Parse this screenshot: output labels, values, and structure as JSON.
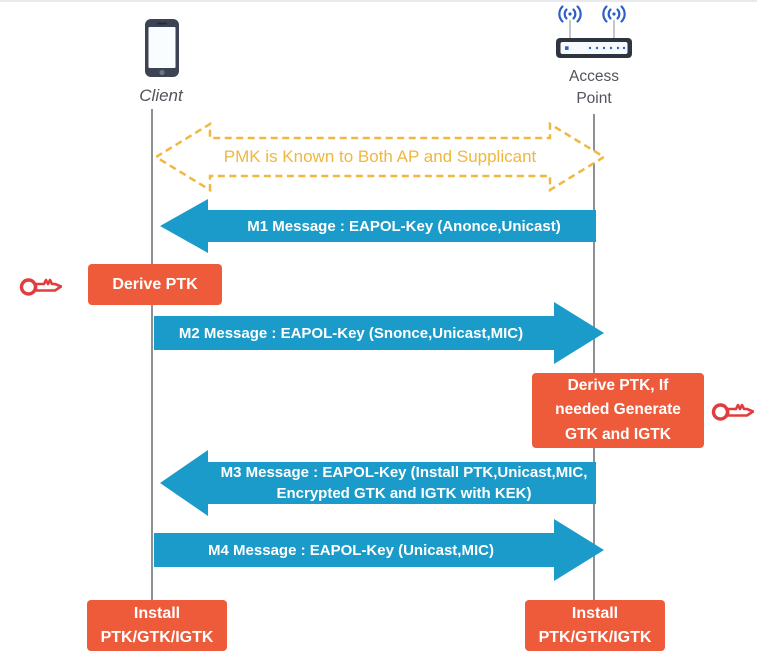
{
  "diagram_type": "wpa-4-way-handshake-sequence",
  "actors": {
    "client": {
      "label": "Client",
      "icon": "smartphone-icon"
    },
    "access_point": {
      "label": "Access Point",
      "icon": "wireless-router-icon"
    }
  },
  "pmk_banner": {
    "label": "PMK is Known to Both AP and Supplicant",
    "style": "dashed-double-arrow",
    "color": "#efb73e"
  },
  "messages": [
    {
      "id": "M1",
      "from": "access_point",
      "to": "client",
      "direction": "left",
      "label": "M1 Message : EAPOL-Key (Anonce,Unicast)"
    },
    {
      "id": "M2",
      "from": "client",
      "to": "access_point",
      "direction": "right",
      "label": "M2 Message : EAPOL-Key (Snonce,Unicast,MIC)"
    },
    {
      "id": "M3",
      "from": "access_point",
      "to": "client",
      "direction": "left",
      "label_line1": "M3 Message : EAPOL-Key (Install PTK,Unicast,MIC,",
      "label_line2": "Encrypted GTK and IGTK with KEK)"
    },
    {
      "id": "M4",
      "from": "client",
      "to": "access_point",
      "direction": "right",
      "label": "M4 Message : EAPOL-Key (Unicast,MIC)"
    }
  ],
  "actions": {
    "derive_ptk_client": {
      "label": "Derive PTK",
      "icon": "key-icon"
    },
    "derive_ptk_ap": {
      "label": "Derive PTK, If needed Generate GTK and IGTK",
      "icon": "key-icon"
    },
    "install_client": {
      "label": "Install PTK/GTK/IGTK"
    },
    "install_ap": {
      "label": "Install PTK/GTK/IGTK"
    }
  },
  "colors": {
    "message_blue": "#1b9bc9",
    "action_red": "#ee5b3b",
    "pmk_yellow": "#efb73e",
    "key_red": "#e23d3d",
    "lifeline_gray": "#8d9094"
  }
}
